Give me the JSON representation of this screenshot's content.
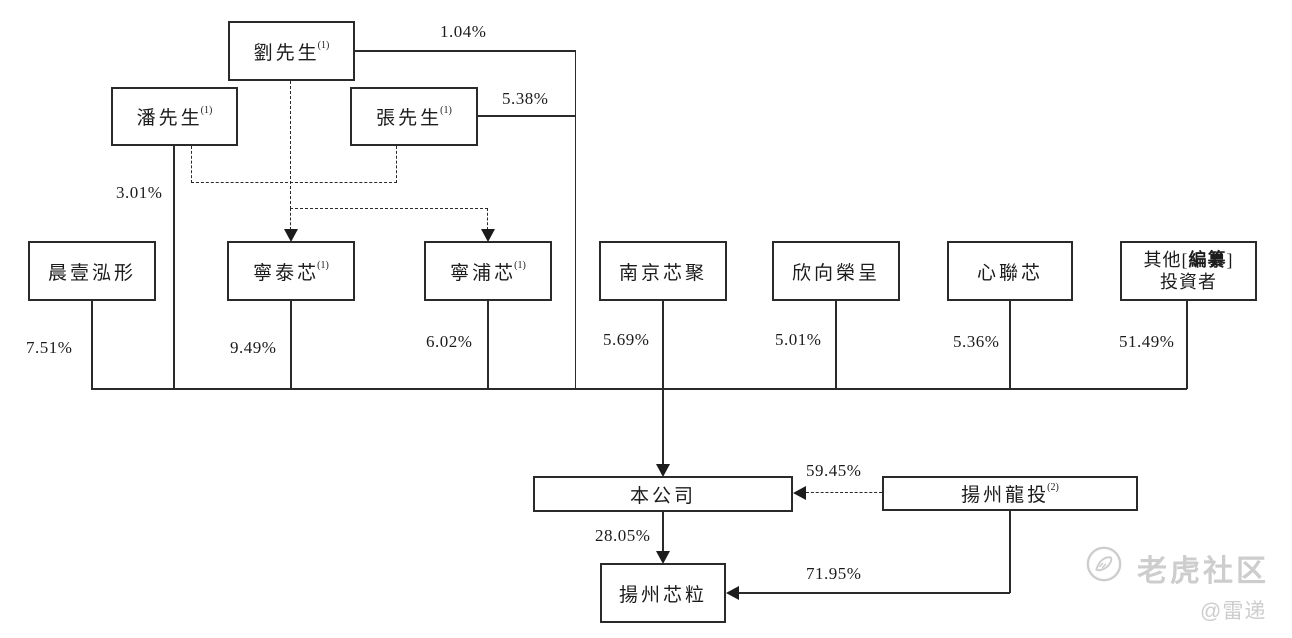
{
  "diagram": {
    "nodes": {
      "liu": {
        "label": "劉先生",
        "sup": "(1)"
      },
      "pan": {
        "label": "潘先生",
        "sup": "(1)"
      },
      "zhang": {
        "label": "張先生",
        "sup": "(1)"
      },
      "chenyi": {
        "label": "晨壹泓形"
      },
      "ningtai": {
        "label": "寧泰芯",
        "sup": "(1)"
      },
      "ningpu": {
        "label": "寧浦芯",
        "sup": "(1)"
      },
      "nanjing": {
        "label": "南京芯聚"
      },
      "xinxiang": {
        "label": "欣向榮呈"
      },
      "xinlian": {
        "label": "心聯芯"
      },
      "other_investors": {
        "line1_prefix": "其他[",
        "line1_redacted": "編纂",
        "line1_suffix": "]",
        "line2": "投資者"
      },
      "company": {
        "label": "本公司"
      },
      "yangzhou_longtou": {
        "label": "揚州龍投",
        "sup": "(2)"
      },
      "yangzhou_xinli": {
        "label": "揚州芯粒"
      }
    },
    "pct": {
      "liu_to_company": "1.04%",
      "zhang_to_company": "5.38%",
      "pan_to_company": "3.01%",
      "chenyi_to_company": "7.51%",
      "ningtai_to_company": "9.49%",
      "ningpu_to_company": "6.02%",
      "nanjing_to_company": "5.69%",
      "xinxiang_to_company": "5.01%",
      "xinlian_to_company": "5.36%",
      "other_to_company": "51.49%",
      "longtou_to_company": "59.45%",
      "company_to_xinli": "28.05%",
      "longtou_to_xinli": "71.95%"
    },
    "watermark": {
      "brand": "老虎社区",
      "handle": "@雷递"
    },
    "colors": {
      "line": "#2a2a2a",
      "text": "#1c1c1c",
      "watermark": "#cdcdcd",
      "background": "#ffffff"
    }
  }
}
